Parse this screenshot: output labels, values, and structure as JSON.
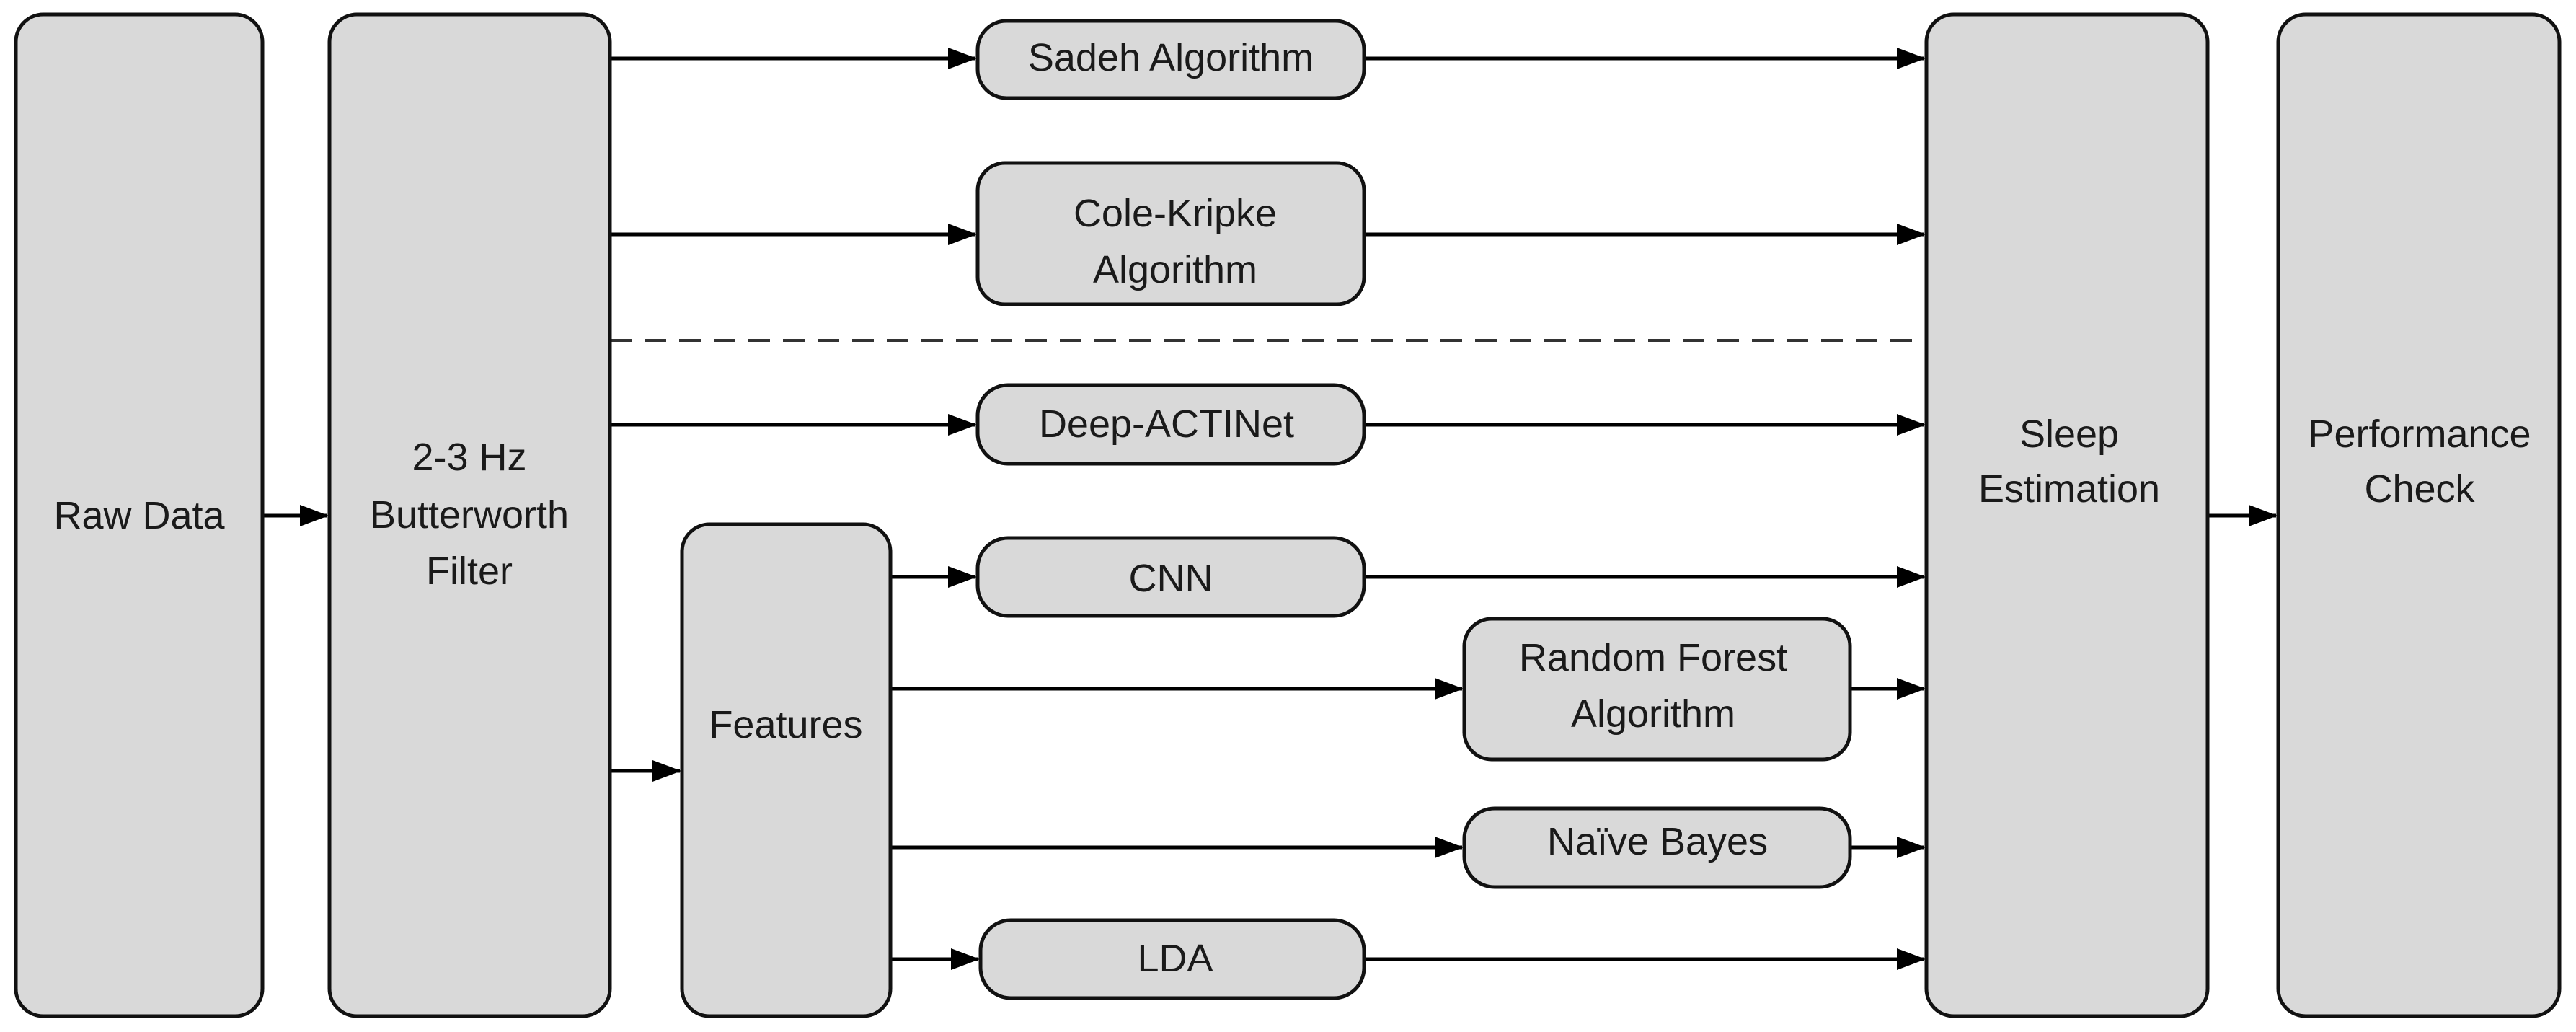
{
  "diagram": {
    "nodes": {
      "raw_data": [
        "Raw Data"
      ],
      "filter": [
        "2-3 Hz",
        "Butterworth",
        "Filter"
      ],
      "features": [
        "Features"
      ],
      "sadeh": [
        "Sadeh Algorithm"
      ],
      "cole_kripke": [
        "Cole-Kripke",
        "Algorithm"
      ],
      "deep_actinet": [
        "Deep-ACTINet"
      ],
      "cnn": [
        "CNN"
      ],
      "random_forest": [
        "Random Forest",
        "Algorithm"
      ],
      "naive_bayes": [
        "Naïve Bayes"
      ],
      "lda": [
        "LDA"
      ],
      "sleep_estimation": [
        "Sleep",
        "Estimation"
      ],
      "performance_check": [
        "Performance",
        "Check"
      ]
    },
    "edges": [
      [
        "raw_data",
        "filter"
      ],
      [
        "filter",
        "sadeh"
      ],
      [
        "filter",
        "cole_kripke"
      ],
      [
        "filter",
        "deep_actinet"
      ],
      [
        "filter",
        "features"
      ],
      [
        "features",
        "cnn"
      ],
      [
        "features",
        "random_forest"
      ],
      [
        "features",
        "naive_bayes"
      ],
      [
        "features",
        "lda"
      ],
      [
        "sadeh",
        "sleep_estimation"
      ],
      [
        "cole_kripke",
        "sleep_estimation"
      ],
      [
        "deep_actinet",
        "sleep_estimation"
      ],
      [
        "cnn",
        "sleep_estimation"
      ],
      [
        "random_forest",
        "sleep_estimation"
      ],
      [
        "naive_bayes",
        "sleep_estimation"
      ],
      [
        "lda",
        "sleep_estimation"
      ],
      [
        "sleep_estimation",
        "performance_check"
      ]
    ],
    "separator": "dashed"
  }
}
